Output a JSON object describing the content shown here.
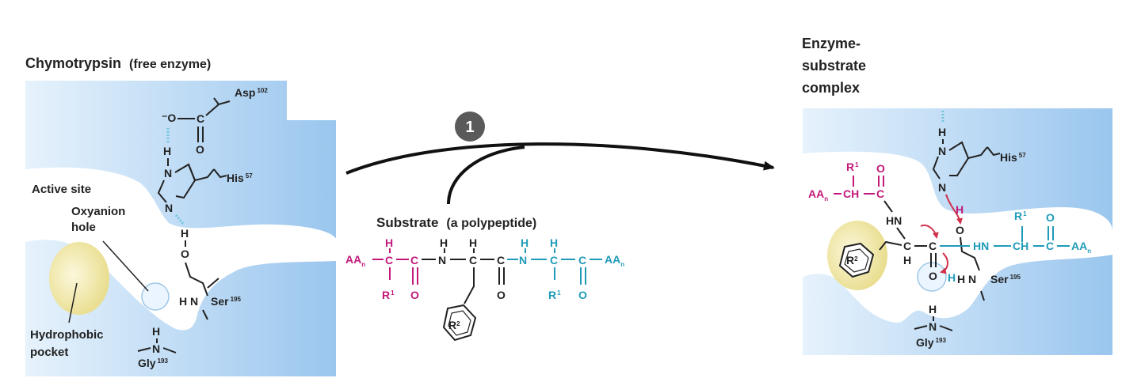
{
  "colors": {
    "panel_light": "#e6f2fc",
    "panel_dark": "#9ac6ee",
    "pocket": "#f4eeb8",
    "substrate_left": "#c2187a",
    "substrate_right": "#1f9bb8",
    "hydrogen_bond": "#6fc7dc",
    "arrow": "#111111"
  },
  "left_panel": {
    "title": "Chymotrypsin",
    "title_note": "(free enzyme)",
    "active_site": "Active site",
    "oxyanion_1": "Oxyanion",
    "oxyanion_2": "hole",
    "hydrophobic_1": "Hydrophobic",
    "hydrophobic_2": "pocket",
    "asp": "Asp",
    "asp_num": "102",
    "his": "His",
    "his_num": "57",
    "ser": "Ser",
    "ser_num": "195",
    "gly": "Gly",
    "gly_num": "193"
  },
  "step": {
    "number": "1"
  },
  "substrate": {
    "title": "Substrate",
    "title_note": "(a polypeptide)",
    "aa_left": "AA",
    "aa_left_sub": "n",
    "aa_right": "AA",
    "aa_right_sub": "n",
    "r1_left": "R",
    "r1_right": "R",
    "r1_sup": "1",
    "r2": "R",
    "r2_sup": "2"
  },
  "right_panel": {
    "title_1": "Enzyme-",
    "title_2": "substrate",
    "title_3": "complex",
    "his": "His",
    "his_num": "57",
    "ser": "Ser",
    "ser_num": "195",
    "gly": "Gly",
    "gly_num": "193",
    "aa_left": "AA",
    "aa_left_sub": "n",
    "aa_right": "AA",
    "aa_right_sub": "n",
    "ch_left": "CH",
    "ch_right": "CH",
    "hn_top": "HN",
    "hn_right": "HN",
    "r1_left": "R",
    "r1_right": "R",
    "r1_sup": "1",
    "r2": "R",
    "r2_sup": "2"
  }
}
